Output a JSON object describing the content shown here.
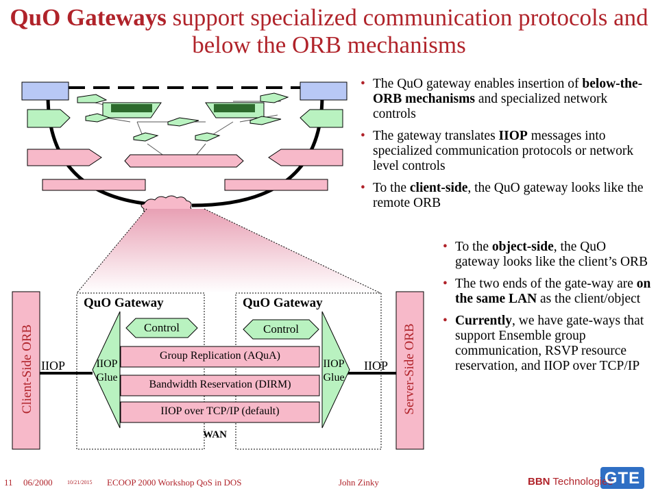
{
  "title": {
    "bold": "QuO Gateways",
    "rest": " support specialized communication protocols and below the ORB mechanisms"
  },
  "bullets_top": [
    {
      "parts": [
        {
          "t": "The QuO gateway enables insertion of "
        },
        {
          "t": "below-the-ORB mechanisms",
          "b": true
        },
        {
          "t": " and specialized network controls"
        }
      ]
    },
    {
      "parts": [
        {
          "t": "The gateway translates "
        },
        {
          "t": "IIOP",
          "b": true
        },
        {
          "t": " messages into specialized communication protocols or network level controls"
        }
      ]
    },
    {
      "parts": [
        {
          "t": "To the "
        },
        {
          "t": "client-side",
          "b": true
        },
        {
          "t": ", the QuO gateway looks like the remote ORB"
        }
      ]
    }
  ],
  "bullets_bottom": [
    {
      "parts": [
        {
          "t": "To the "
        },
        {
          "t": "object-side",
          "b": true
        },
        {
          "t": ", the QuO gateway looks like the client’s ORB"
        }
      ]
    },
    {
      "parts": [
        {
          "t": "The two ends of the gate-way are "
        },
        {
          "t": "on the same LAN",
          "b": true
        },
        {
          "t": " as the client/object"
        }
      ]
    },
    {
      "parts": [
        {
          "t": "Currently",
          "b": true
        },
        {
          "t": ", we have gate-ways that support Ensemble group communication, RSVP resource reservation, and IIOP over TCP/IP"
        }
      ]
    }
  ],
  "diagram": {
    "client_orb": "Client-Side ORB",
    "server_orb": "Server-Side ORB",
    "gateway_left": "QuO Gateway",
    "gateway_right": "QuO Gateway",
    "control_left": "Control",
    "control_right": "Control",
    "iiop_left": "IIOP",
    "iiop_right": "IIOP",
    "glue_left": "IIOP\nGlue",
    "glue_right": "IIOP\nGlue",
    "mech_1": "Group Replication (AQuA)",
    "mech_2": "Bandwidth Reservation (DIRM)",
    "mech_3": "IIOP over TCP/IP (default)",
    "wan": "WAN"
  },
  "footer": {
    "slide_no": "11",
    "date": "06/2000",
    "small_date": "10/21/2015",
    "event": "ECOOP 2000 Workshop QoS in DOS",
    "author": "John Zinky",
    "company_bold": "BBN",
    "company_rest": " Technologies",
    "logo": "GTE"
  },
  "colors": {
    "title": "#b0232a",
    "bar_fill": "#f7b9c9",
    "green_fill": "#b9f2c0",
    "blue_fill": "#b8c8f5",
    "gte_blue": "#2f6fc4"
  }
}
